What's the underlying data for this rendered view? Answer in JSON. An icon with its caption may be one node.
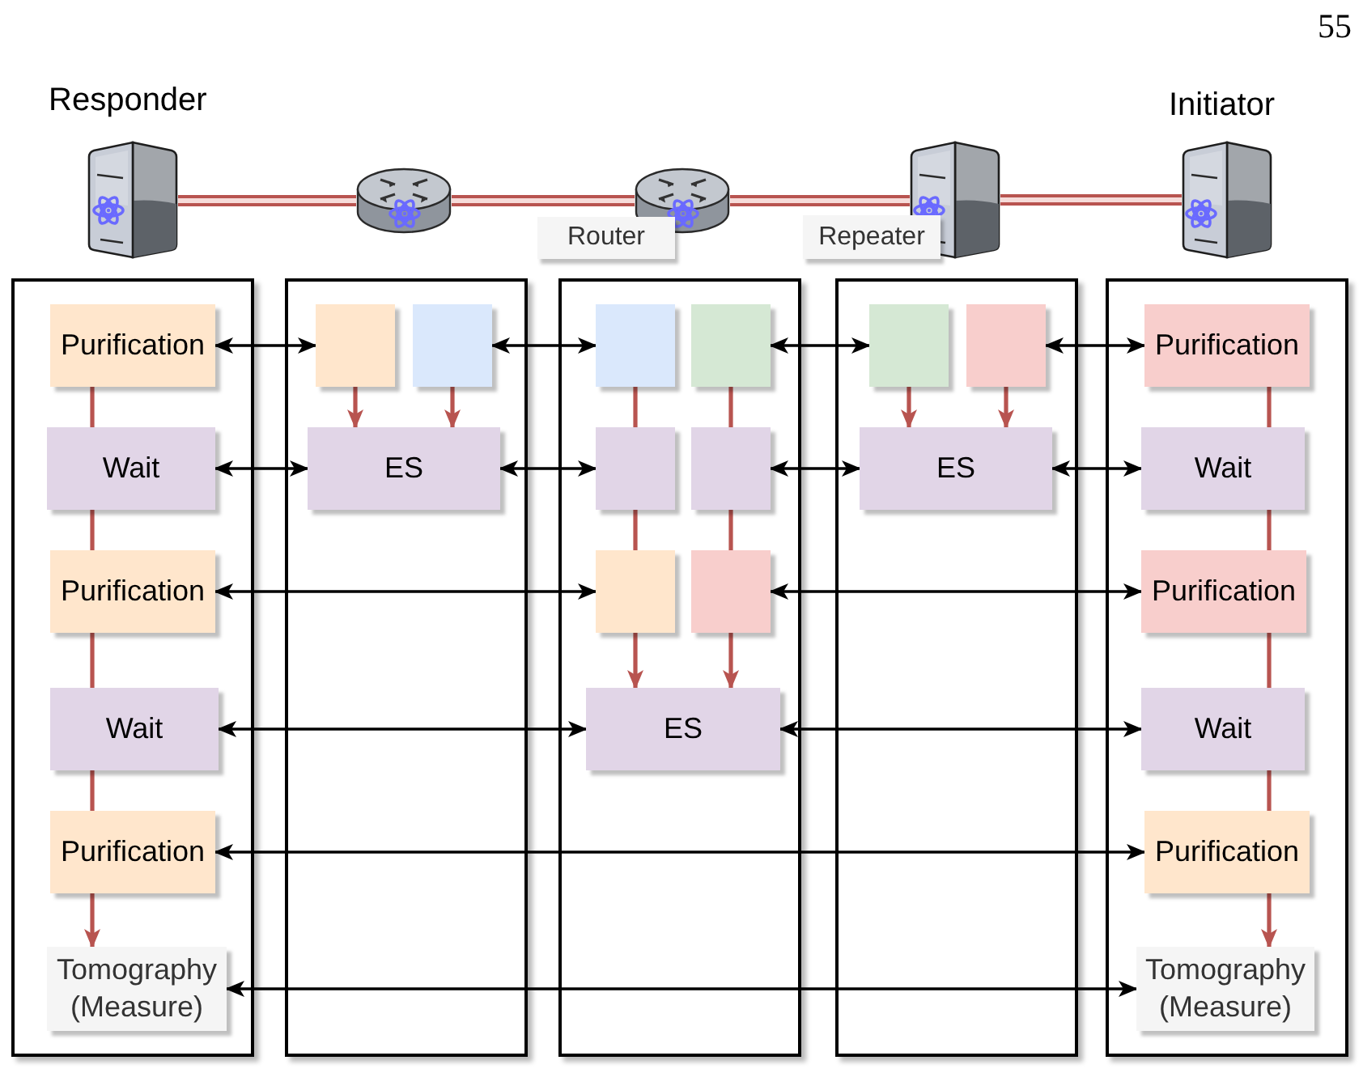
{
  "diagram": {
    "nodes": [
      {
        "text": [],
        "shape": "picture",
        "beside": [
          "Responder"
        ]
      },
      {
        "text": [],
        "shape": "picture"
      },
      {
        "text": [],
        "shape": "picture"
      },
      {
        "text": [
          "Router"
        ]
      },
      {
        "text": [],
        "shape": "picture"
      },
      {
        "text": [
          "Repeater"
        ]
      },
      {
        "text": [],
        "shape": "picture",
        "beside": [
          "Initiator"
        ]
      },
      {
        "text": [],
        "shape": "box"
      },
      {
        "text": [
          "Purification"
        ],
        "in": 7
      },
      {
        "text": [
          "Wait"
        ],
        "in": 7
      },
      {
        "text": [
          "Purification"
        ],
        "in": 7
      },
      {
        "text": [
          "Wait"
        ],
        "in": 7
      },
      {
        "text": [
          "Purification"
        ],
        "in": 7
      },
      {
        "text": [
          "Tomography (Measure)"
        ],
        "in": 7
      },
      {
        "text": [],
        "shape": "box"
      },
      {
        "text": [],
        "shape": "box",
        "in": 14
      },
      {
        "text": [],
        "shape": "box",
        "in": 14
      },
      {
        "text": [
          "ES"
        ],
        "in": 14
      },
      {
        "text": [],
        "shape": "box"
      },
      {
        "text": [],
        "shape": "box",
        "in": 18
      },
      {
        "text": [],
        "shape": "box",
        "in": 18
      },
      {
        "text": [],
        "shape": "box",
        "in": 18
      },
      {
        "text": [],
        "shape": "box",
        "in": 18
      },
      {
        "text": [],
        "shape": "box",
        "in": 18
      },
      {
        "text": [],
        "shape": "box",
        "in": 18
      },
      {
        "text": [
          "ES"
        ],
        "in": 18
      },
      {
        "text": [],
        "shape": "box"
      },
      {
        "text": [],
        "shape": "box",
        "in": 26
      },
      {
        "text": [],
        "shape": "box",
        "in": 26
      },
      {
        "text": [
          "ES"
        ],
        "in": 26
      },
      {
        "text": [],
        "shape": "box"
      },
      {
        "text": [
          "Purification"
        ],
        "in": 30
      },
      {
        "text": [
          "Wait"
        ],
        "in": 30
      },
      {
        "text": [
          "Purification"
        ],
        "in": 30
      },
      {
        "text": [
          "Wait"
        ],
        "in": 30
      },
      {
        "text": [
          "Purification"
        ],
        "in": 30
      },
      {
        "text": [
          "Tomography (Measure)"
        ],
        "in": 30
      }
    ],
    "edges": [
      {
        "from": 0,
        "to": 1,
        "arrow": "none",
        "style": "thick"
      },
      {
        "from": 1,
        "to": 2,
        "arrow": "none",
        "style": "thick"
      },
      {
        "from": 2,
        "to": 4,
        "arrow": "none",
        "style": "thick"
      },
      {
        "from": 4,
        "to": 6,
        "arrow": "none",
        "style": "thick"
      },
      {
        "from": 8,
        "to": 15,
        "arrow": "both",
        "color": "#000000"
      },
      {
        "from": 16,
        "to": 19,
        "arrow": "both",
        "color": "#000000"
      },
      {
        "from": 20,
        "to": 27,
        "arrow": "both",
        "color": "#000000"
      },
      {
        "from": 28,
        "to": 31,
        "arrow": "both",
        "color": "#000000"
      },
      {
        "from": 9,
        "to": 17,
        "arrow": "both",
        "color": "#000000"
      },
      {
        "from": 17,
        "to": 21,
        "arrow": "both",
        "color": "#000000"
      },
      {
        "from": 22,
        "to": 29,
        "arrow": "both",
        "color": "#000000"
      },
      {
        "from": 29,
        "to": 32,
        "arrow": "both",
        "color": "#000000"
      },
      {
        "from": 10,
        "to": 23,
        "arrow": "both",
        "color": "#000000"
      },
      {
        "from": 24,
        "to": 33,
        "arrow": "both",
        "color": "#000000"
      },
      {
        "from": 11,
        "to": 25,
        "arrow": "both",
        "color": "#000000"
      },
      {
        "from": 25,
        "to": 34,
        "arrow": "both",
        "color": "#000000"
      },
      {
        "from": 12,
        "to": 35,
        "arrow": "both",
        "color": "#000000"
      },
      {
        "from": 13,
        "to": 36,
        "arrow": "both",
        "color": "#000000"
      },
      {
        "from": 8,
        "to": 9,
        "arrow": "none"
      },
      {
        "from": 9,
        "to": 10,
        "arrow": "none"
      },
      {
        "from": 10,
        "to": 11,
        "arrow": "none"
      },
      {
        "from": 11,
        "to": 12,
        "arrow": "none"
      },
      {
        "from": 12,
        "to": 13,
        "arrow": "to"
      },
      {
        "from": 15,
        "to": 17,
        "arrow": "to"
      },
      {
        "from": 16,
        "to": 17,
        "arrow": "to"
      },
      {
        "from": 19,
        "to": 21,
        "arrow": "none"
      },
      {
        "from": 20,
        "to": 22,
        "arrow": "none"
      },
      {
        "from": 21,
        "to": 23,
        "arrow": "none"
      },
      {
        "from": 22,
        "to": 24,
        "arrow": "none"
      },
      {
        "from": 23,
        "to": 25,
        "arrow": "to"
      },
      {
        "from": 24,
        "to": 25,
        "arrow": "to"
      },
      {
        "from": 27,
        "to": 29,
        "arrow": "to"
      },
      {
        "from": 28,
        "to": 29,
        "arrow": "to"
      },
      {
        "from": 31,
        "to": 32,
        "arrow": "none"
      },
      {
        "from": 32,
        "to": 33,
        "arrow": "none"
      },
      {
        "from": 33,
        "to": 34,
        "arrow": "none"
      },
      {
        "from": 34,
        "to": 35,
        "arrow": "none"
      },
      {
        "from": 35,
        "to": 36,
        "arrow": "to"
      }
    ],
    "labels": [
      "55"
    ]
  }
}
